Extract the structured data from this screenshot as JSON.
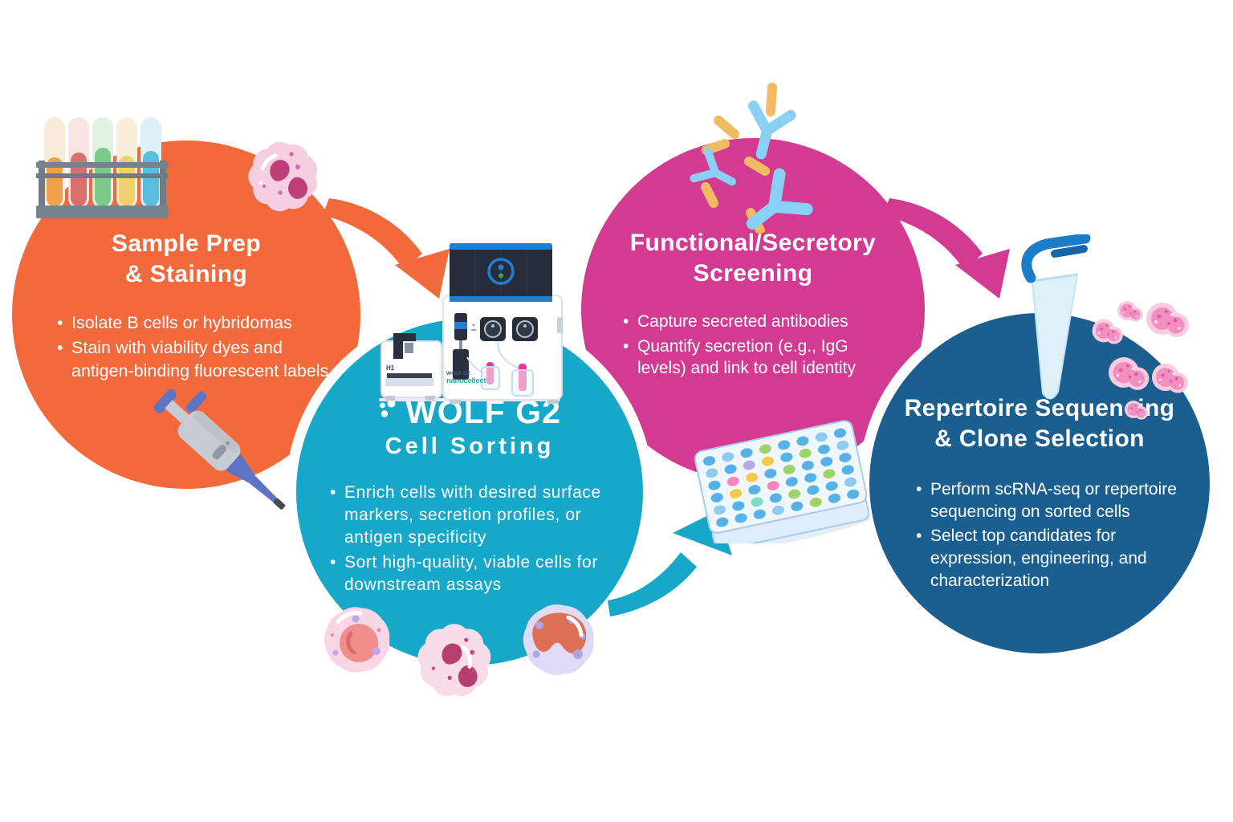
{
  "steps": [
    {
      "name": "sample-prep-staining",
      "title_lines": [
        "Sample Prep",
        "& Staining"
      ],
      "bullets": [
        "Isolate B cells or hybridomas",
        "Stain with viability dyes and antigen-binding fluorescent labels"
      ],
      "color": "#F2693C"
    },
    {
      "name": "cell-sorting",
      "brand": "WOLF G2",
      "title_lines": [
        "Cell Sorting"
      ],
      "bullets": [
        "Enrich cells with desired surface markers, secretion profiles, or antigen specificity",
        "Sort high-quality, viable cells for downstream assays"
      ],
      "color": "#17A8C9"
    },
    {
      "name": "functional-secretory-screening",
      "title_lines": [
        "Functional/Secretory",
        "Screening"
      ],
      "bullets": [
        "Capture secreted antibodies",
        "Quantify secretion (e.g., IgG levels) and link to cell identity"
      ],
      "color": "#D33B93"
    },
    {
      "name": "repertoire-sequencing-clone-selection",
      "title_lines": [
        "Repertoire Sequencing",
        "& Clone Selection"
      ],
      "bullets": [
        "Perform scRNA-seq or repertoire sequencing on sorted cells",
        "Select top candidates for expression, engineering, and characterization"
      ],
      "color": "#1A5F90"
    }
  ],
  "instrument": {
    "brand_label": "WOLF G2",
    "maker_label": "nanocellect",
    "module_label": "H1"
  },
  "palette": {
    "arrow_orange": "#F2693C",
    "arrow_teal": "#17A8C9",
    "arrow_pink": "#D33B93",
    "antibody_blue": "#8AD0F4",
    "antibody_tag_orange": "#F2BA62",
    "sample_pink": "#F0368F"
  },
  "illustrations": {
    "names": [
      "test-tube-rack-icon",
      "lymphocyte-cell-icon",
      "pipette-icon",
      "wolf-g2-instrument-icon",
      "antibodies-icon",
      "microplate-icon",
      "sorted-cells-icon",
      "microcentrifuge-tube-icon",
      "cell-clusters-icon"
    ],
    "microplate": {
      "rows": [
        "blbgbblb",
        "lbvybgbl",
        "bpybgbbb",
        "bybpbbgb",
        "lbtbgbbl",
        "bbblbgbb"
      ],
      "palette": {
        "b": "#55B1E6",
        "l": "#8FCBF0",
        "g": "#9ED36A",
        "y": "#F2C94C",
        "p": "#F585BE",
        "v": "#B9A8E8",
        "t": "#7DDCC9"
      }
    }
  }
}
